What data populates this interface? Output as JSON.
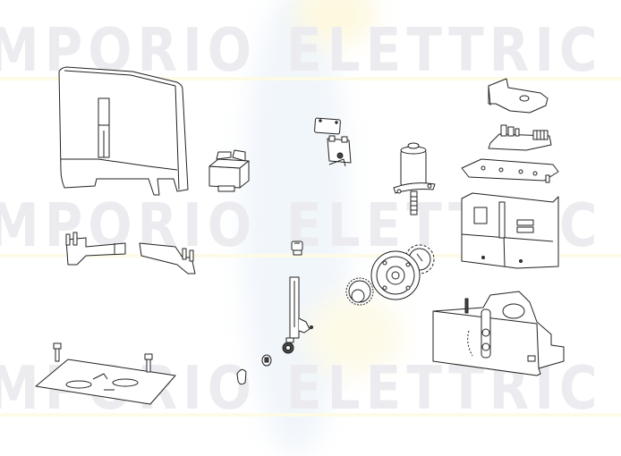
{
  "diagram": {
    "type": "exploded-parts-view",
    "background": "#ffffff",
    "line_color": "#222222",
    "watermark": {
      "text_left": "MPORIO",
      "text_right": "ELETTRIC",
      "full_text": "EMPORIO ELETTRICO",
      "rows": 3,
      "color": "#ececf0",
      "accent_yellow": "#fdf6c8",
      "accent_blue": "#eef5fb"
    },
    "parts": [
      {
        "id": "cover",
        "name": "Housing cover"
      },
      {
        "id": "transformer",
        "name": "Transformer"
      },
      {
        "id": "switch-assembly",
        "name": "Limit switch / microswitch assembly"
      },
      {
        "id": "motor",
        "name": "Electric motor with worm screw"
      },
      {
        "id": "control-board-cover",
        "name": "Control board cover"
      },
      {
        "id": "control-board",
        "name": "Electronic control board"
      },
      {
        "id": "board-support",
        "name": "Board support plate"
      },
      {
        "id": "board-frame",
        "name": "Control board frame / bracket"
      },
      {
        "id": "left-bracket",
        "name": "Left mounting bracket"
      },
      {
        "id": "right-bracket",
        "name": "Right mounting bracket"
      },
      {
        "id": "small-gear-cap",
        "name": "Small gear cap"
      },
      {
        "id": "gear-set",
        "name": "Gear set (pinion, crown wheel, spur gear)"
      },
      {
        "id": "release-lever",
        "name": "Release lever"
      },
      {
        "id": "lock-cylinder",
        "name": "Release lock cylinder"
      },
      {
        "id": "lock-cap",
        "name": "Lock cap"
      },
      {
        "id": "key",
        "name": "Release key"
      },
      {
        "id": "gearmotor-base",
        "name": "Gearmotor base housing"
      },
      {
        "id": "foundation-plate",
        "name": "Foundation plate with studs"
      }
    ]
  }
}
